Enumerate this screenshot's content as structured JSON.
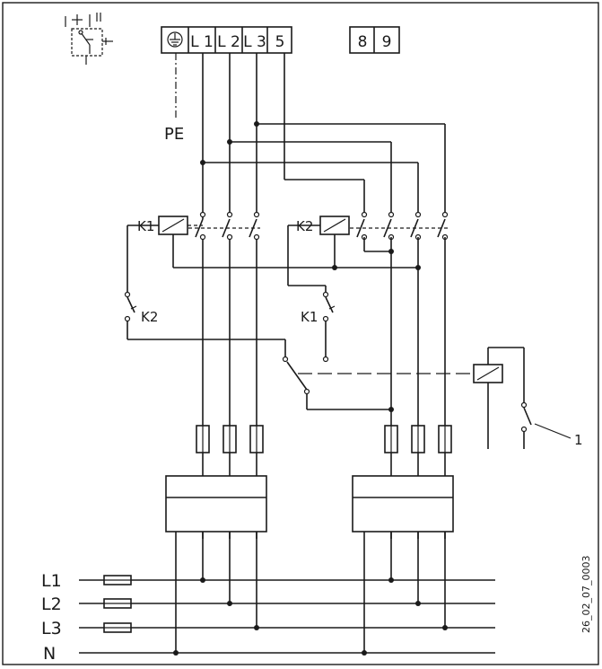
{
  "terminal_block_main": {
    "ground_symbol": "ground-icon",
    "terminals": [
      "L 1",
      "L 2",
      "L 3",
      "5"
    ]
  },
  "terminal_block_aux": {
    "terminals": [
      "8",
      "9"
    ]
  },
  "pe_label": "PE",
  "relay_k1_label": "K1",
  "relay_k2_label": "K2",
  "contact_k2_label": "K2",
  "contact_k1_label": "K1",
  "callout_label": "1",
  "supply_lines": [
    "L1",
    "L2",
    "L3",
    "N"
  ],
  "figure_id": "26_02_07_0003"
}
